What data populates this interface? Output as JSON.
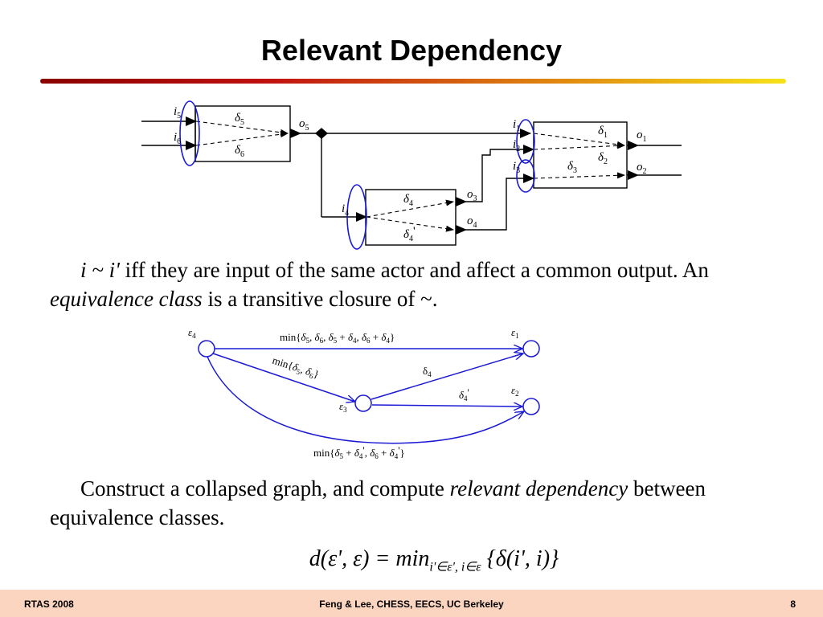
{
  "slide": {
    "title": "Relevant Dependency",
    "para1": {
      "lhs": "i ~ i'",
      "text1": " iff they are input of the same actor and affect a common output. An ",
      "em": "equivalence class",
      "text2": " is a transitive closure of ~."
    },
    "para2": {
      "text1": "Construct a collapsed graph, and compute ",
      "em": "relevant dependency",
      "text2": " between equivalence classes."
    },
    "formula": {
      "lhs": "d(ε', ε) = min",
      "sub": "i'∈ε', i∈ε",
      "rhs": " {δ(i', i)}"
    }
  },
  "diagram1": {
    "actor_a": {
      "inputs": [
        "i5",
        "i6"
      ],
      "delays": [
        "δ5",
        "δ6"
      ],
      "output": "o5"
    },
    "actor_b": {
      "input": "i4",
      "delays": [
        "δ4",
        "δ4'"
      ],
      "outputs": [
        "o3",
        "o4"
      ]
    },
    "actor_c": {
      "inputs": [
        "i1",
        "i2",
        "i3"
      ],
      "delays": [
        "δ1",
        "δ2",
        "δ3"
      ],
      "outputs": [
        "o1",
        "o2"
      ]
    }
  },
  "diagram2": {
    "nodes": [
      "ε4",
      "ε1",
      "ε3",
      "ε2"
    ],
    "edges": [
      {
        "from": "ε4",
        "to": "ε1",
        "label": "min{δ5, δ6, δ5 + δ4, δ6 + δ4}"
      },
      {
        "from": "ε4",
        "to": "ε3",
        "label": "min{δ5, δ6}"
      },
      {
        "from": "ε3",
        "to": "ε1",
        "label": "δ4"
      },
      {
        "from": "ε3",
        "to": "ε2",
        "label": "δ4'"
      },
      {
        "from": "ε4",
        "to": "ε2",
        "label": "min{δ5 + δ4', δ6 + δ4'}"
      }
    ]
  },
  "footer": {
    "left": "RTAS 2008",
    "center": "Feng & Lee, CHESS, EECS, UC Berkeley",
    "page": "8"
  },
  "colors": {
    "highlight": "#1a1ad4",
    "footer_bg": "#fbd5bf"
  }
}
